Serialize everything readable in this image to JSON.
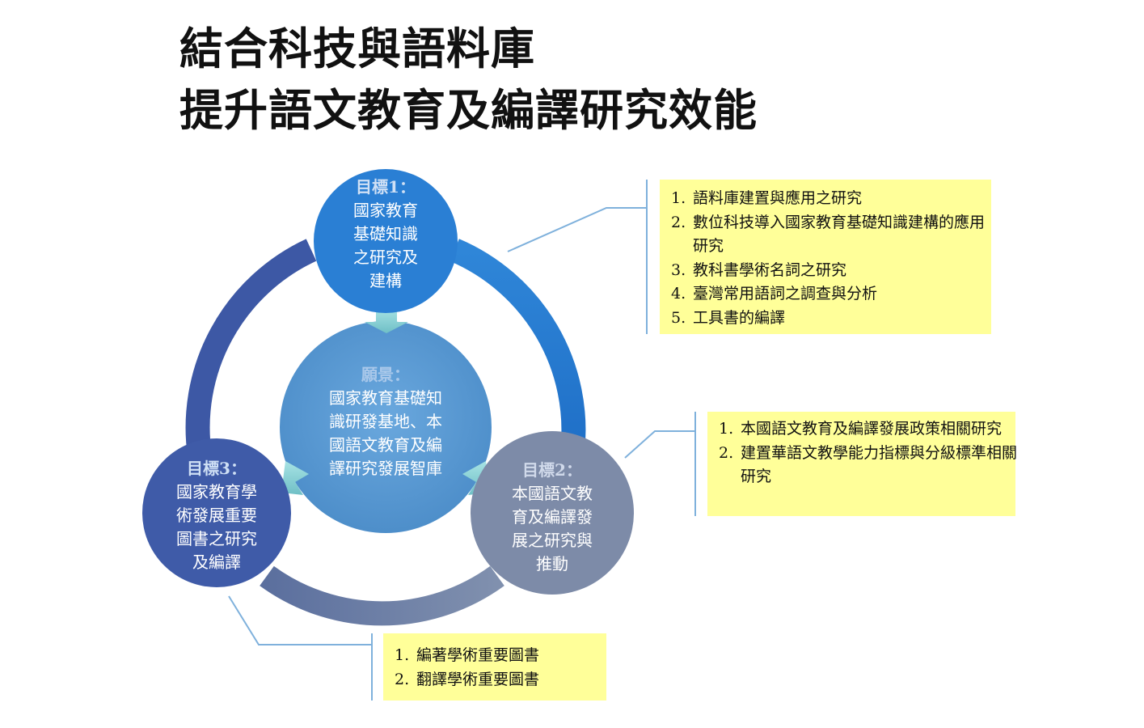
{
  "title": {
    "line1": "結合科技與語料庫",
    "line2": "提升語文教育及編譯研究效能"
  },
  "center": {
    "heading": "願景：",
    "lines": [
      "國家教育基礎知",
      "識研發基地、本",
      "國語文教育及編",
      "譯研究發展智庫"
    ]
  },
  "goals": [
    {
      "heading": "目標1：",
      "lines": [
        "國家教育",
        "基礎知識",
        "之研究及",
        "建構"
      ]
    },
    {
      "heading": "目標2：",
      "lines": [
        "本國語文教",
        "育及編譯發",
        "展之研究與",
        "推動"
      ]
    },
    {
      "heading": "目標3：",
      "lines": [
        "國家教育學",
        "術發展重要",
        "圖書之研究",
        "及編譯"
      ]
    }
  ],
  "notes": [
    {
      "items": [
        {
          "num": "1.",
          "text": "語料庫建置與應用之研究"
        },
        {
          "num": "2.",
          "text": "數位科技導入國家教育基礎知識建構的應用研究"
        },
        {
          "num": "3.",
          "text": "教科書學術名詞之研究"
        },
        {
          "num": "4.",
          "text": "臺灣常用語詞之調查與分析"
        },
        {
          "num": "5.",
          "text": "工具書的編譯"
        }
      ]
    },
    {
      "items": [
        {
          "num": "1.",
          "text": "本國語文教育及編譯發展政策相關研究"
        },
        {
          "num": "2.",
          "text": "建置華語文教學能力指標與分級標準相關研究"
        }
      ]
    },
    {
      "items": [
        {
          "num": "1.",
          "text": "編著學術重要圖書"
        },
        {
          "num": "2.",
          "text": "翻譯學術重要圖書"
        }
      ]
    }
  ],
  "colors": {
    "goal1": "#2a7fd4",
    "goal2": "#7d8ba8",
    "goal3": "#3f5ba8",
    "center": "#5b9bd5",
    "note_bg": "#ffff99",
    "arrow": "#8ad4d6"
  }
}
